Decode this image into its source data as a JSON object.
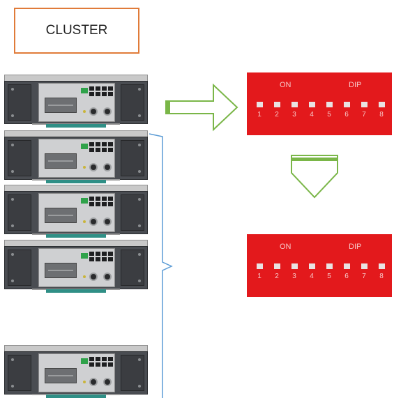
{
  "cluster_label": "CLUSTER",
  "dip_switches": [
    {
      "on_label": "ON",
      "dip_label": "DIP",
      "switch_numbers": [
        "1",
        "2",
        "3",
        "4",
        "5",
        "6",
        "7",
        "8"
      ]
    },
    {
      "on_label": "ON",
      "dip_label": "DIP",
      "switch_numbers": [
        "1",
        "2",
        "3",
        "4",
        "5",
        "6",
        "7",
        "8"
      ]
    }
  ],
  "colors": {
    "cluster_border": "#e07b39",
    "dip_background": "#e3191c",
    "arrow": "#7ab648",
    "bracket": "#5b9bd5"
  }
}
